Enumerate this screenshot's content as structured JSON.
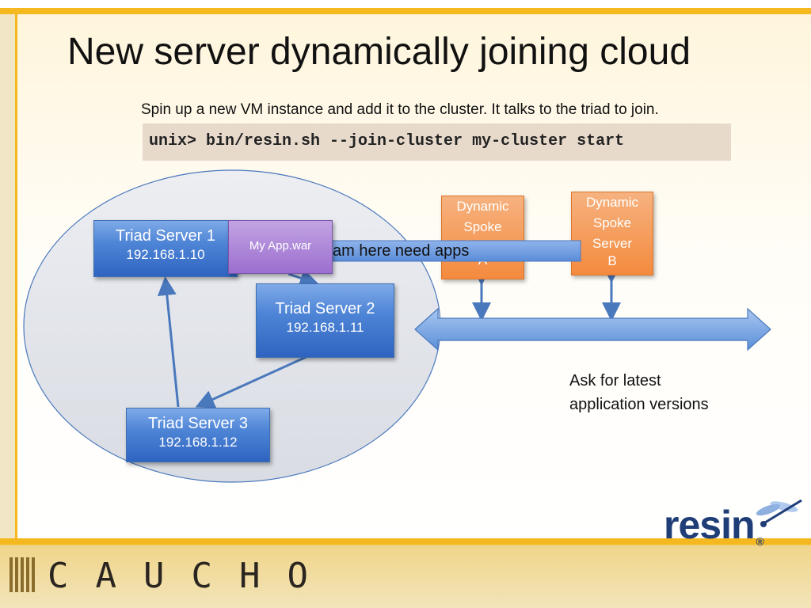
{
  "slide": {
    "title": "New server dynamically joining cloud",
    "subtitle": "Spin up a new VM instance and add it to the cluster. It talks to the triad to join.",
    "command": "unix> bin/resin.sh --join-cluster my-cluster start"
  },
  "diagram": {
    "servers": [
      {
        "name": "Triad Server 1",
        "ip": "192.168.1.10"
      },
      {
        "name": "Triad Server 2",
        "ip": "192.168.1.11"
      },
      {
        "name": "Triad Server 3",
        "ip": "192.168.1.12"
      }
    ],
    "app_label": "My App.war",
    "message_arrow_label": "am here need apps",
    "spokes": [
      {
        "lines": [
          "Dynamic",
          "Spoke",
          "",
          "A"
        ]
      },
      {
        "lines": [
          "Dynamic",
          "Spoke",
          "Server",
          "B"
        ]
      }
    ],
    "note_lines": [
      "Ask for latest",
      "application versions"
    ]
  },
  "branding": {
    "resin_logo": "resin",
    "resin_reg": "®",
    "caucho_logo": "CAUCHO"
  },
  "colors": {
    "accent_gold": "#f5b81e",
    "server_blue": "#4f85d6",
    "spoke_orange": "#f48a3e",
    "app_purple": "#9b6fcf"
  }
}
